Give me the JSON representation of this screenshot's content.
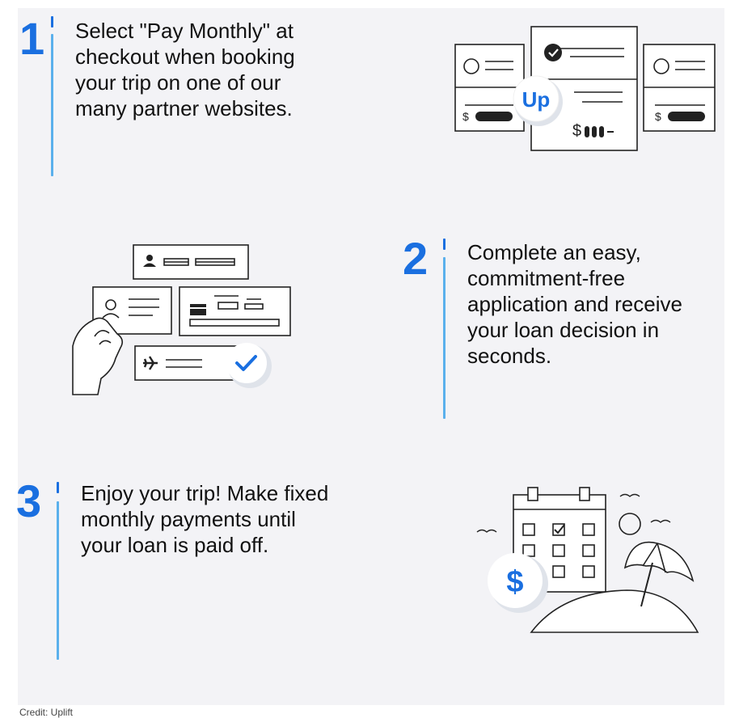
{
  "steps": [
    {
      "number": "1",
      "text": "Select \"Pay Monthly\" at checkout when booking your trip on one of our many partner websites."
    },
    {
      "number": "2",
      "text": "Complete an easy, commitment-free application and receive your loan decision in seconds."
    },
    {
      "number": "3",
      "text": "Enjoy your trip! Make fixed monthly payments until your loan is paid off."
    }
  ],
  "illustrations": {
    "brand_badge": "UP",
    "price_symbol": "$"
  },
  "credit": "Credit: Uplift",
  "colors": {
    "accent": "#1a6fe0",
    "accent_line": "#5ab0ec",
    "panel": "#f3f3f6",
    "ink": "#111111"
  },
  "icons": [
    "check-circle-icon",
    "user-icon",
    "credit-card-icon",
    "airplane-icon",
    "calendar-icon",
    "dollar-coin-icon",
    "beach-umbrella-icon",
    "sun-icon",
    "bird-icon"
  ]
}
